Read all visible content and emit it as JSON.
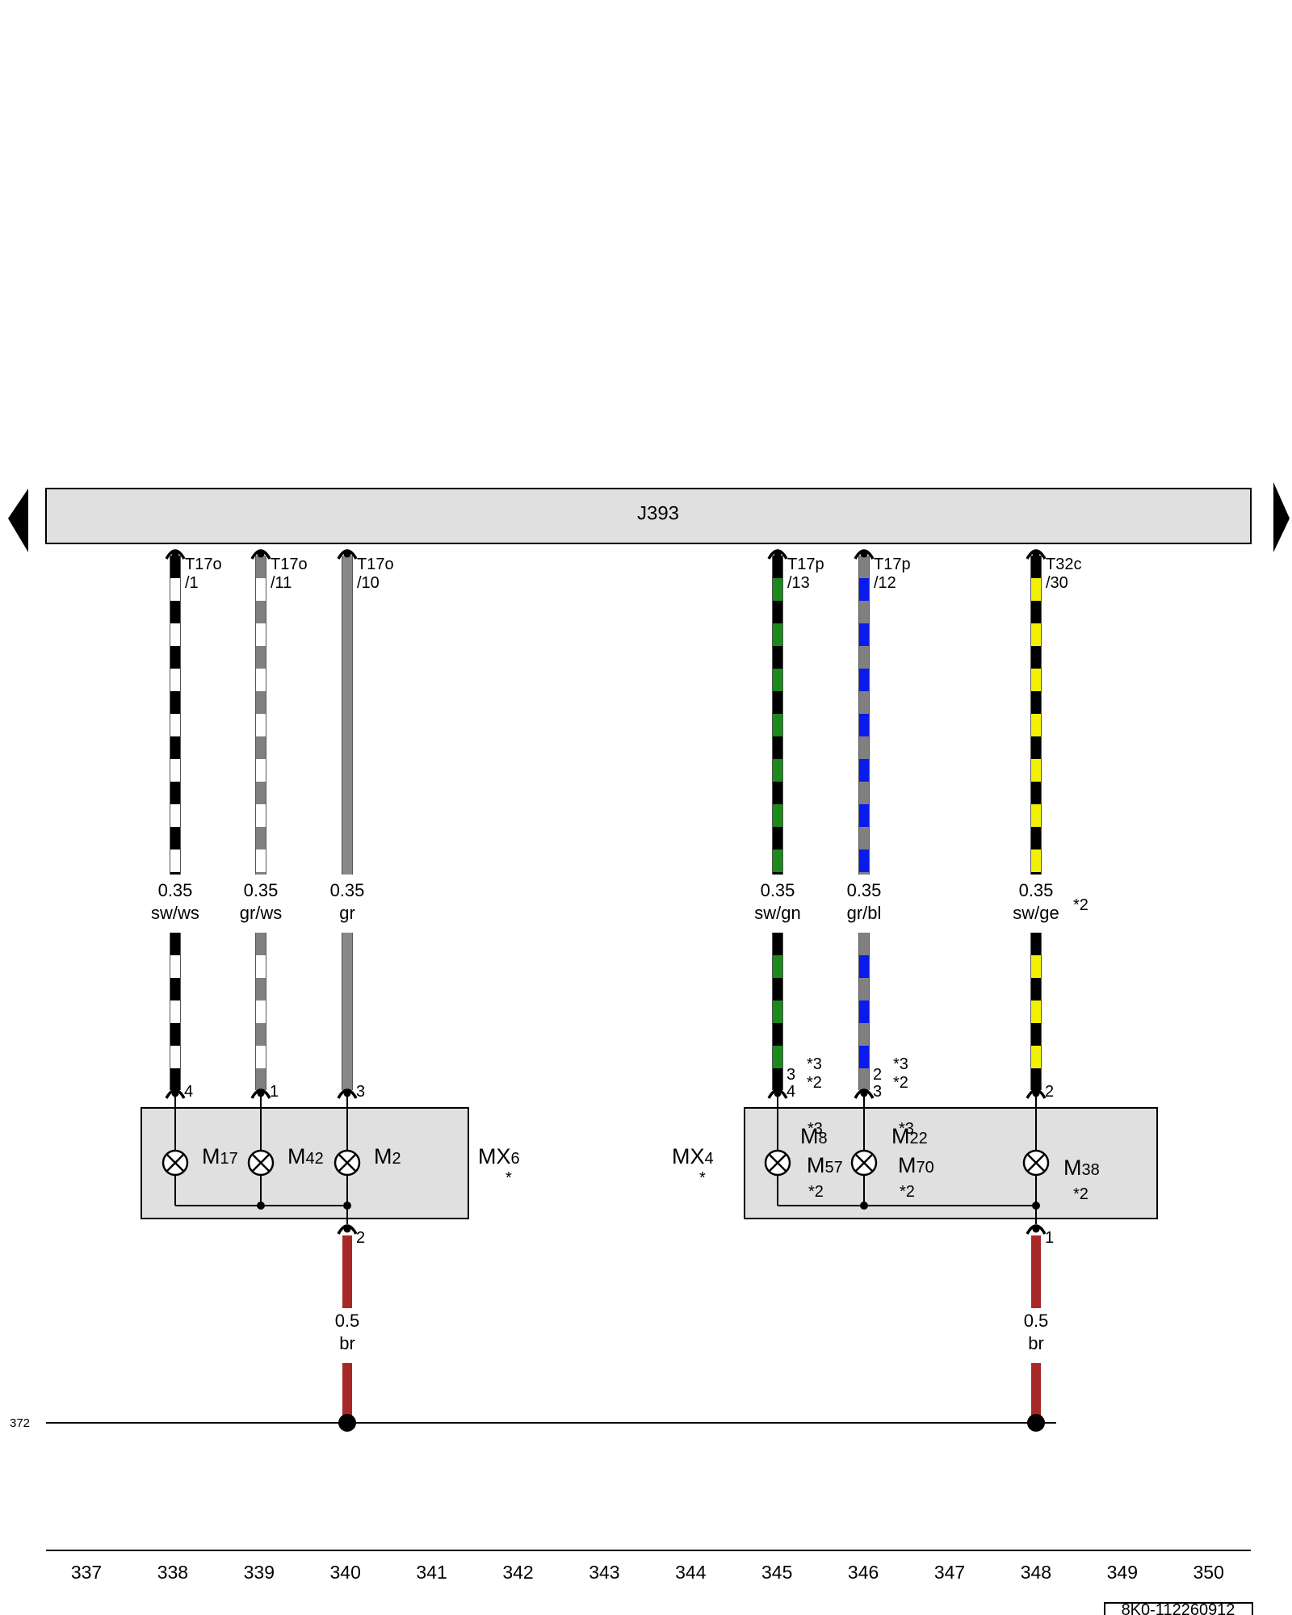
{
  "bus": {
    "label": "J393"
  },
  "left_page_ref": "372",
  "doc_id": "8K0-112260912",
  "track_numbers": [
    "337",
    "338",
    "339",
    "340",
    "341",
    "342",
    "343",
    "344",
    "345",
    "346",
    "347",
    "348",
    "349",
    "350"
  ],
  "wires": [
    {
      "pin_top": "T17o",
      "pin_top_num": "/1",
      "gauge": "0.35",
      "color_code": "sw/ws",
      "pin_bottom": "4",
      "colors": [
        "#000000",
        "#ffffff"
      ]
    },
    {
      "pin_top": "T17o",
      "pin_top_num": "/11",
      "gauge": "0.35",
      "color_code": "gr/ws",
      "pin_bottom": "1",
      "colors": [
        "#808080",
        "#ffffff"
      ]
    },
    {
      "pin_top": "T17o",
      "pin_top_num": "/10",
      "gauge": "0.35",
      "color_code": "gr",
      "pin_bottom": "3",
      "colors": [
        "#888888"
      ]
    },
    {
      "pin_top": "T17p",
      "pin_top_num": "/13",
      "gauge": "0.35",
      "color_code": "sw/gn",
      "pin_bottom": "4",
      "pin_bottom_alt": "3",
      "note_a": "*3",
      "note_b": "*2",
      "colors": [
        "#000000",
        "#1a8a1a"
      ]
    },
    {
      "pin_top": "T17p",
      "pin_top_num": "/12",
      "gauge": "0.35",
      "color_code": "gr/bl",
      "pin_bottom": "3",
      "pin_bottom_alt": "2",
      "note_a": "*3",
      "note_b": "*2",
      "colors": [
        "#808080",
        "#0a1aee"
      ]
    },
    {
      "pin_top": "T32c",
      "pin_top_num": "/30",
      "gauge": "0.35",
      "color_code": "sw/ge",
      "side_note": "*2",
      "pin_bottom": "2",
      "colors": [
        "#000000",
        "#f2f200"
      ]
    }
  ],
  "ground_wires": [
    {
      "pin": "2",
      "gauge": "0.5",
      "color_code": "br",
      "color": "#a82828"
    },
    {
      "pin": "1",
      "gauge": "0.5",
      "color_code": "br",
      "color": "#a82828"
    }
  ],
  "components": {
    "mx6": {
      "label_main": "MX",
      "label_sub": "6",
      "note": "*",
      "lamps": [
        {
          "main": "M",
          "sub": "17"
        },
        {
          "main": "M",
          "sub": "42"
        },
        {
          "main": "M",
          "sub": "2"
        }
      ]
    },
    "mx4": {
      "label_main": "MX",
      "label_sub": "4",
      "note": "*",
      "lamps": [
        {
          "a_main": "M",
          "a_sub": "8",
          "a_note": "*3",
          "b_main": "M",
          "b_sub": "57",
          "b_note": "*2"
        },
        {
          "a_main": "M",
          "a_sub": "22",
          "a_note": "*3",
          "b_main": "M",
          "b_sub": "70",
          "b_note": "*2"
        },
        {
          "a_main": "M",
          "a_sub": "38",
          "a_note": "",
          "b_main": "",
          "b_sub": "",
          "b_note": "*2"
        }
      ]
    }
  }
}
